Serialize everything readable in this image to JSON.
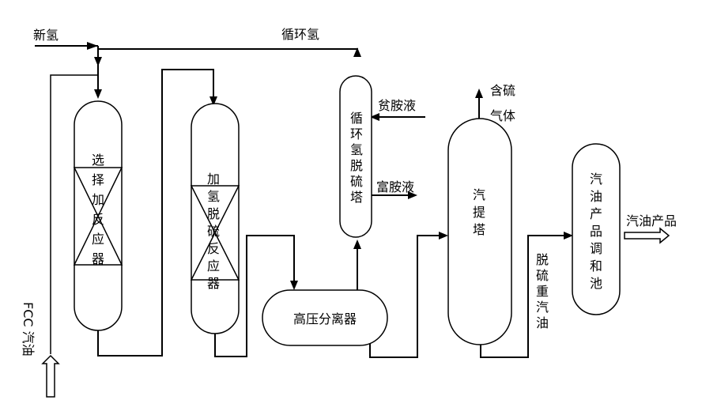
{
  "labels": {
    "new_hydrogen": "新氢",
    "recycle_hydrogen": "循环氢",
    "feed": "FCC 汽油",
    "lean_amine": "贫胺液",
    "rich_amine": "富胺液",
    "sulfur_gas": "含硫气体",
    "desulfurized_heavy": "脱硫重汽油",
    "gasoline_product_out": "汽油产品"
  },
  "vessels": {
    "selective_hydro_reactor": "选择加反应器",
    "hydrodesulfurization_reactor": "加氢脱硫反应器",
    "recycle_h2_desulfurization_tower": "循环氢脱硫塔",
    "high_pressure_separator": "高压分离器",
    "stripper": "汽提塔",
    "blending_tank": "汽油产品调和池"
  },
  "colors": {
    "stroke": "#000000",
    "background": "#ffffff"
  }
}
